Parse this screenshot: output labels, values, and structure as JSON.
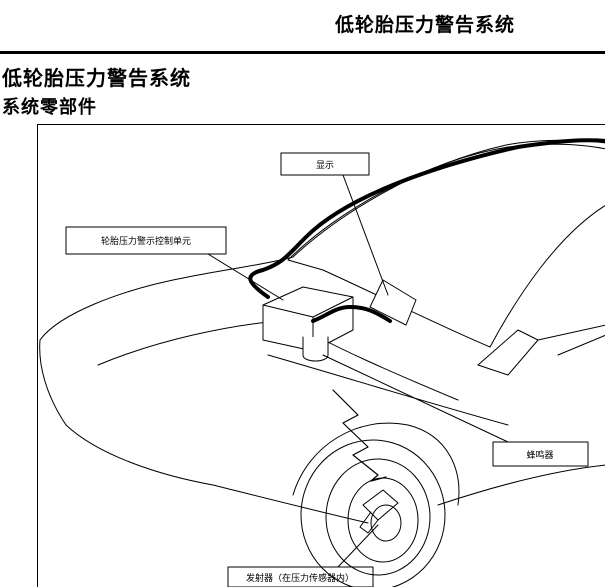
{
  "page": {
    "running_header": "低轮胎压力警告系统",
    "section_title": "低轮胎压力警告系统",
    "section_subtitle": "系统零部件"
  },
  "diagram": {
    "labels": {
      "display": "显示",
      "control_unit": "轮胎压力警示控制单元",
      "buzzer": "蜂鸣器",
      "transmitter": "发射器（在压力传感器内）"
    }
  }
}
